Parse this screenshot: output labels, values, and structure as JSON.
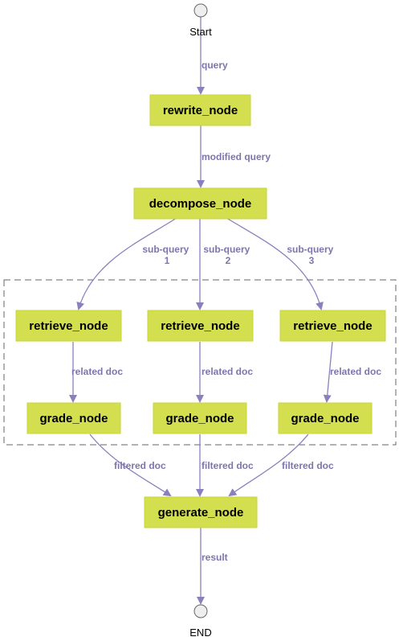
{
  "colors": {
    "node_fill": "#d4df4f",
    "node_border": "#c9d63a",
    "edge": "#8b7fbd",
    "edge_label": "#7f74ad",
    "terminal_fill": "#eeeeee",
    "terminal_border": "#666666",
    "group_border": "#666666"
  },
  "start": {
    "label": "Start"
  },
  "end": {
    "label": "END"
  },
  "nodes": {
    "rewrite": "rewrite_node",
    "decompose": "decompose_node",
    "retrieve_1": "retrieve_node",
    "retrieve_2": "retrieve_node",
    "retrieve_3": "retrieve_node",
    "grade_1": "grade_node",
    "grade_2": "grade_node",
    "grade_3": "grade_node",
    "generate": "generate_node"
  },
  "edges": {
    "start_to_rewrite": "query",
    "rewrite_to_decompose": "modified query",
    "decompose_to_retrieve_1": [
      "sub-query",
      "1"
    ],
    "decompose_to_retrieve_2": [
      "sub-query",
      "2"
    ],
    "decompose_to_retrieve_3": [
      "sub-query",
      "3"
    ],
    "retrieve_1_to_grade_1": "related doc",
    "retrieve_2_to_grade_2": "related doc",
    "retrieve_3_to_grade_3": "related doc",
    "grade_1_to_generate": "filtered doc",
    "grade_2_to_generate": "filtered doc",
    "grade_3_to_generate": "filtered doc",
    "generate_to_end": "result"
  }
}
